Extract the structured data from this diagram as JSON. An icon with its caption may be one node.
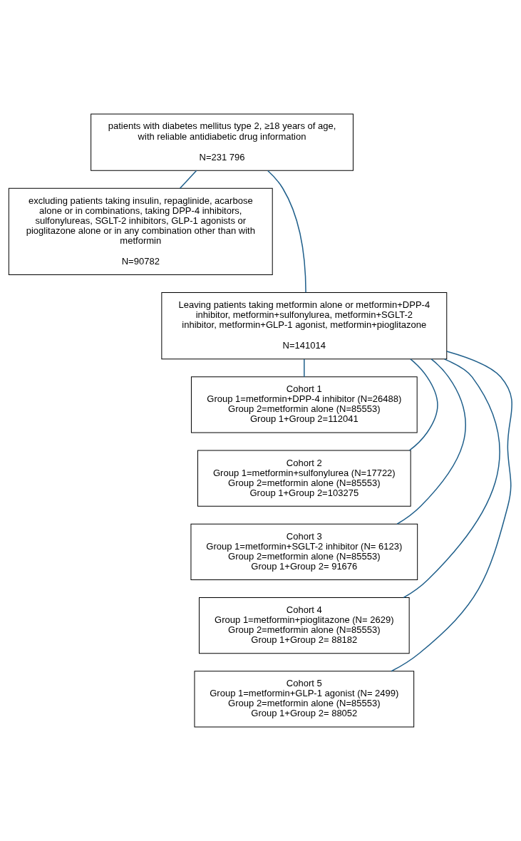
{
  "diagram": {
    "nodes": [
      {
        "text": [
          "patients with diabetes mellitus type 2, ≥18 years of age, with reliable antidiabetic drug information",
          "N=231 796"
        ]
      },
      {
        "text": [
          "excluding patients taking insulin, repaglinide, acarbose alone or in combinations, taking DPP-4 inhibitors, sulfonylureas, SGLT-2 inhibitors, GLP-1 agonists or pioglitazone alone or in any combination other than with metformin",
          "N=90782"
        ]
      },
      {
        "text": [
          "Leaving patients taking metformin alone or metformin+DPP-4 inhibitor, metformin+sulfonylurea, metformin+SGLT-2 inhibitor, metformin+GLP-1 agonist, metformin+pioglitazone",
          "N=141014"
        ]
      },
      {
        "text": [
          "Cohort 1",
          "Group 1=metformin+DPP-4 inhibitor (N=26488)",
          "Group 2=metformin alone (N=85553)",
          "Group 1+Group 2=112041"
        ]
      },
      {
        "text": [
          "Cohort 2",
          "Group 1=metformin+sulfonylurea (N=17722)",
          "Group 2=metformin alone (N=85553)",
          "Group 1+Group 2=103275"
        ]
      },
      {
        "text": [
          "Cohort 3",
          "Group 1=metformin+SGLT-2 inhibitor (N= 6123)",
          "Group 2=metformin alone (N=85553)",
          "Group 1+Group 2= 91676"
        ]
      },
      {
        "text": [
          "Cohort 4",
          "Group 1=metformin+pioglitazone (N= 2629)",
          "Group 2=metformin alone (N=85553)",
          "Group 1+Group 2= 88182"
        ]
      },
      {
        "text": [
          "Cohort 5",
          "Group 1=metformin+GLP-1 agonist (N= 2499)",
          "Group 2=metformin alone (N=85553)",
          "Group 1+Group 2= 88052"
        ]
      }
    ],
    "edges": [
      {
        "from": 0,
        "to": 2,
        "arrow": "none"
      },
      {
        "from": 0,
        "to": 1,
        "arrow": "none"
      },
      {
        "from": 2,
        "to": 3,
        "arrow": "none"
      },
      {
        "from": 2,
        "to": 4,
        "arrow": "none"
      },
      {
        "from": 2,
        "to": 5,
        "arrow": "none"
      },
      {
        "from": 2,
        "to": 6,
        "arrow": "none"
      },
      {
        "from": 2,
        "to": 7,
        "arrow": "none"
      }
    ]
  }
}
